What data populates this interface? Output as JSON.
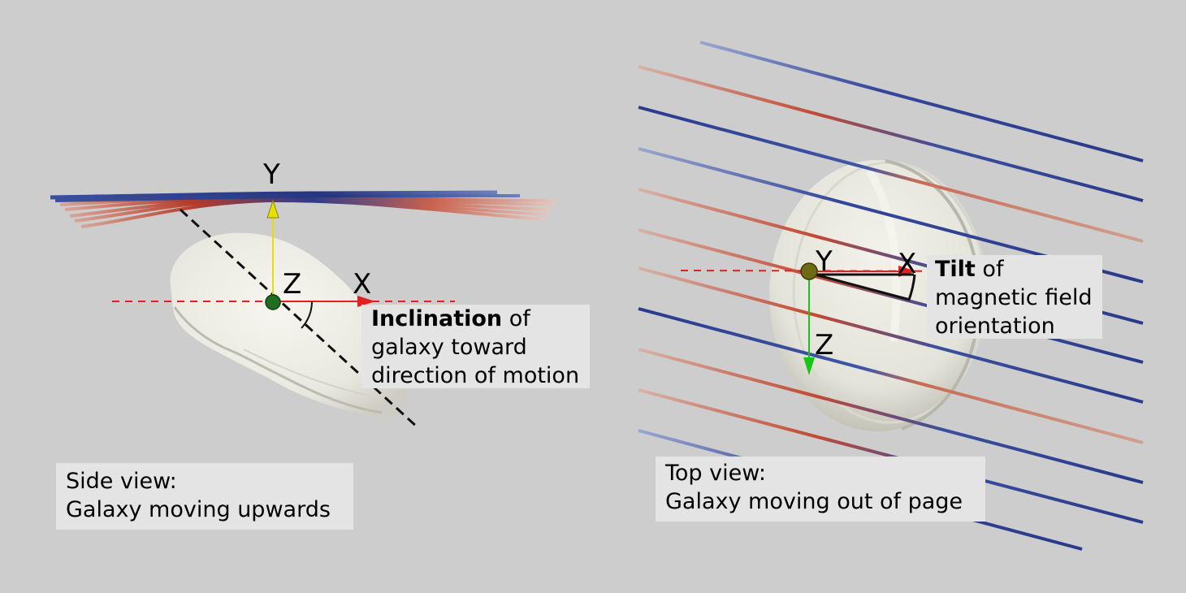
{
  "side_view": {
    "axis_y": "Y",
    "axis_z": "Z",
    "axis_x": "X",
    "inclination_note": {
      "bold": "Inclination",
      "rest": " of",
      "line2": "galaxy toward",
      "line3": "direction of motion"
    },
    "caption_line1": "Side view:",
    "caption_line2": "Galaxy moving upwards"
  },
  "top_view": {
    "axis_y": "Y",
    "axis_x": "X",
    "axis_z": "Z",
    "tilt_note": {
      "bold": "Tilt",
      "rest": " of",
      "line2": "magnetic field",
      "line3": "orientation"
    },
    "caption_line1": "Top view:",
    "caption_line2": "Galaxy moving out of page"
  },
  "colors": {
    "background": "#cdcdcd",
    "galaxy": "#ecebe4",
    "field_blue": "#2d3f8e",
    "field_red": "#c8503a",
    "axis_x": "#e32020",
    "axis_y_side": "#e6e000",
    "axis_z_top": "#19c419",
    "origin_side": "#1f6b1f",
    "origin_top": "#6f6a14"
  }
}
